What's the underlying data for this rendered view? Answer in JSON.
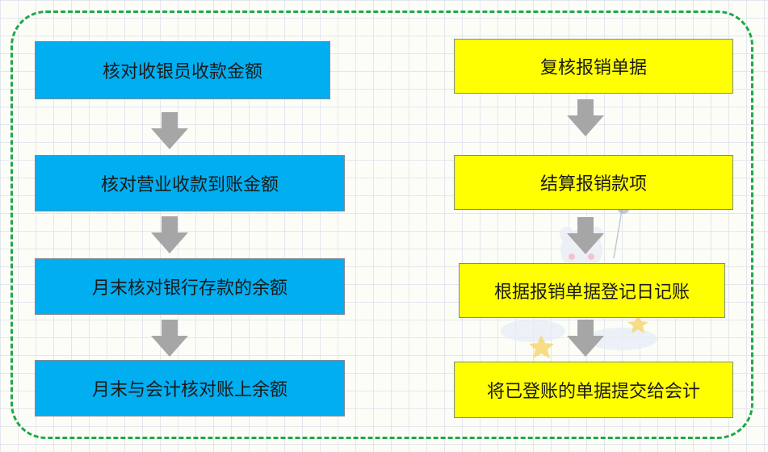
{
  "left_flow": {
    "steps": [
      {
        "label": "核对收银员收款金额"
      },
      {
        "label": "核对营业收款到账金额"
      },
      {
        "label": "月末核对银行存款的余额"
      },
      {
        "label": "月末与会计核对账上余额"
      }
    ],
    "color": "#01aef0"
  },
  "right_flow": {
    "steps": [
      {
        "label": "复核报销单据"
      },
      {
        "label": "结算报销款项"
      },
      {
        "label": "根据报销单据登记日记账"
      },
      {
        "label": "将已登账的单据提交给会计"
      }
    ],
    "color": "#ffff01"
  },
  "arrow_color": "#a6a6a6",
  "frame_color": "#1fa84a"
}
